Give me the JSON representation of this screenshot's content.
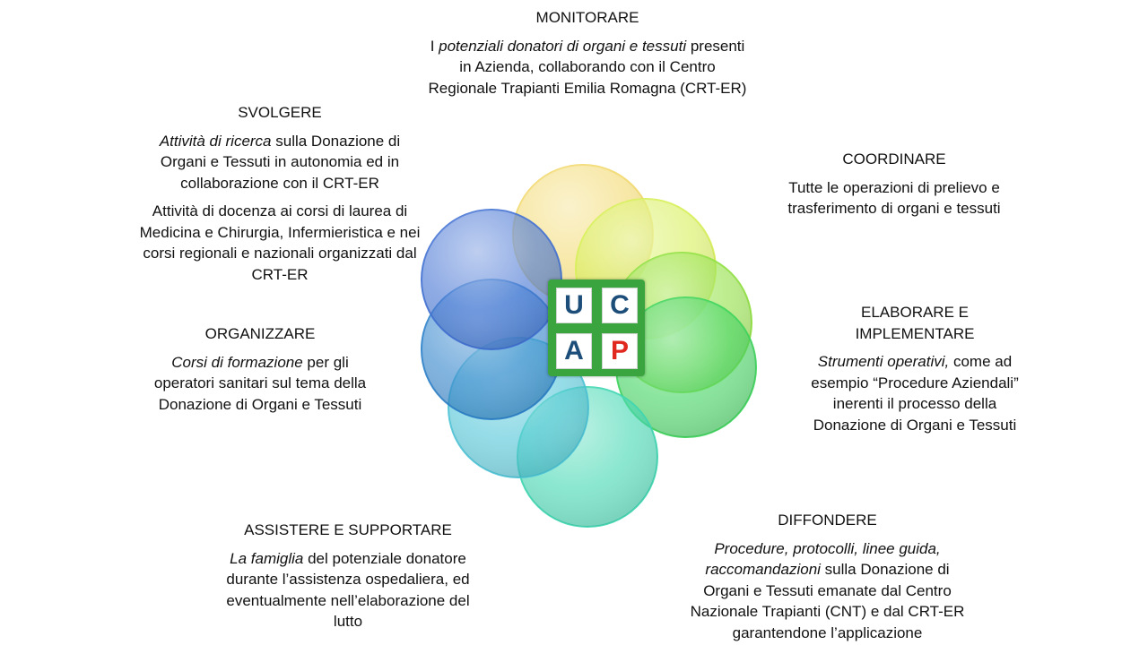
{
  "diagram": {
    "center_logo": {
      "letters": [
        "U",
        "C",
        "A",
        "P"
      ],
      "colors": [
        "#1d4e7a",
        "#1d4e7a",
        "#1d4e7a",
        "#e0281f"
      ]
    },
    "petal_colors": [
      "#f2d86b",
      "#d6ef55",
      "#8fe040",
      "#3cd45a",
      "#3cd6b0",
      "#4bc3d6",
      "#2a7fc9",
      "#3f6fd2"
    ],
    "sections": {
      "monitorare": {
        "heading": "MONITORARE",
        "italic": "potenziali donatori di organi e tessuti",
        "pre": "I ",
        "text": "presenti in Azienda, collaborando con il Centro Regionale Trapianti Emilia Romagna (CRT-ER)"
      },
      "svolgere": {
        "heading": "SVOLGERE",
        "italic": "Attività di ricerca",
        "text": " sulla Donazione di Organi e Tessuti in autonomia ed in collaborazione con il CRT-ER",
        "text2": "Attività di docenza ai corsi di laurea di Medicina e Chirurgia, Infermieristica e nei corsi regionali e nazionali organizzati dal CRT-ER"
      },
      "coordinare": {
        "heading": "COORDINARE",
        "text": "Tutte le operazioni di prelievo e trasferimento di organi e tessuti"
      },
      "elaborare": {
        "heading": "ELABORARE E IMPLEMENTARE",
        "italic": "Strumenti operativi,",
        "text": " come ad esempio “Procedure Aziendali” inerenti il processo della Donazione di Organi e Tessuti"
      },
      "organizzare": {
        "heading": "ORGANIZZARE",
        "italic": "Corsi di formazione",
        "text": " per gli operatori sanitari sul tema della Donazione di Organi e Tessuti"
      },
      "assistere": {
        "heading": "ASSISTERE E SUPPORTARE",
        "italic": "La famiglia",
        "text": " del potenziale donatore durante l’assistenza ospedaliera, ed eventualmente nell’elaborazione del lutto"
      },
      "diffondere": {
        "heading": "DIFFONDERE",
        "italic": "Procedure, protocolli, linee guida, raccomandazioni",
        "text": " sulla Donazione di Organi e Tessuti emanate dal Centro Nazionale Trapianti (CNT) e dal CRT-ER garantendone l’applicazione"
      }
    }
  }
}
